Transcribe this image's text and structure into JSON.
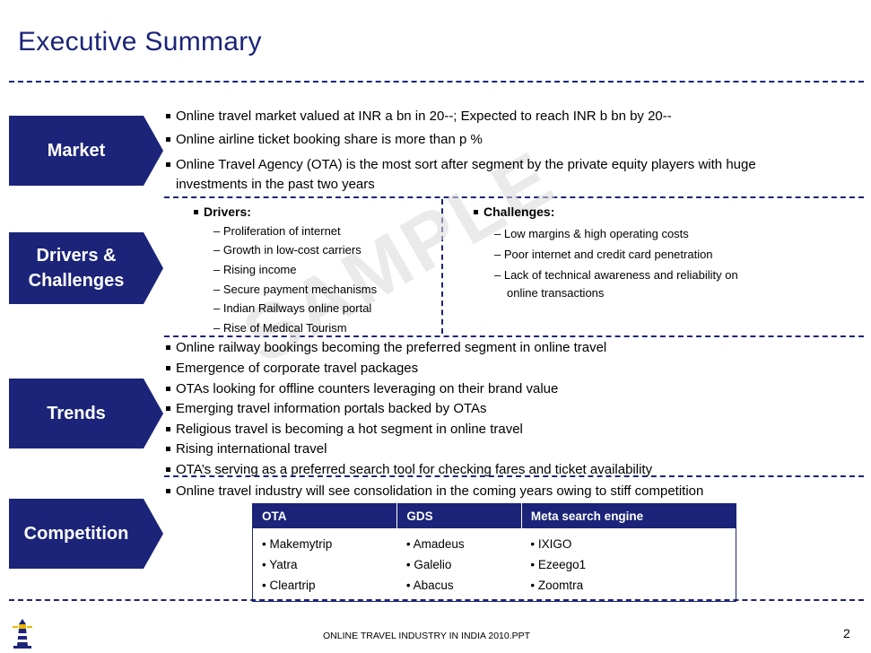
{
  "title": "Executive Summary",
  "watermark": "SAMPLE",
  "sections": {
    "market": "Market",
    "drivers": "Drivers & Challenges",
    "trends": "Trends",
    "competition": "Competition"
  },
  "market": [
    "Online travel market valued at INR a bn in 20--; Expected to reach INR b bn by 20--",
    "Online airline ticket booking share is more than p %",
    "Online Travel Agency (OTA) is the most sort after segment by the private equity players with huge",
    "investments in the past two years"
  ],
  "drivers": {
    "heading": "Drivers:",
    "items": [
      "– Proliferation of internet",
      "– Growth in low-cost carriers",
      "– Rising income",
      "– Secure payment mechanisms",
      "– Indian Railways online portal",
      "– Rise of Medical Tourism"
    ]
  },
  "challenges": {
    "heading": "Challenges:",
    "items": [
      "– Low margins & high operating costs",
      "– Poor internet and credit card penetration",
      "– Lack of technical awareness and reliability on",
      "online transactions"
    ]
  },
  "trends": [
    "Online railway bookings becoming the preferred segment in online travel",
    "Emergence of corporate travel packages",
    "OTAs looking for offline counters leveraging on their brand value",
    "Emerging travel information portals backed by OTAs",
    "Religious travel is becoming a hot segment in online travel",
    "Rising international travel",
    "OTA’s serving as a preferred search tool for checking fares and ticket availability"
  ],
  "competition": {
    "bullet": "Online travel industry will see consolidation in the coming years owing to stiff competition",
    "columns": [
      {
        "header": "OTA",
        "items": [
          "• Makemytrip",
          "• Yatra",
          "• Cleartrip"
        ]
      },
      {
        "header": "GDS",
        "items": [
          "• Amadeus",
          "• Galelio",
          "• Abacus"
        ]
      },
      {
        "header": "Meta search engine",
        "items": [
          "• IXIGO",
          "• Ezeego1",
          "• Zoomtra"
        ]
      }
    ]
  },
  "footer": "ONLINE TRAVEL INDUSTRY IN INDIA 2010.PPT",
  "page_number": "2",
  "colors": {
    "accent": "#1b2478"
  }
}
